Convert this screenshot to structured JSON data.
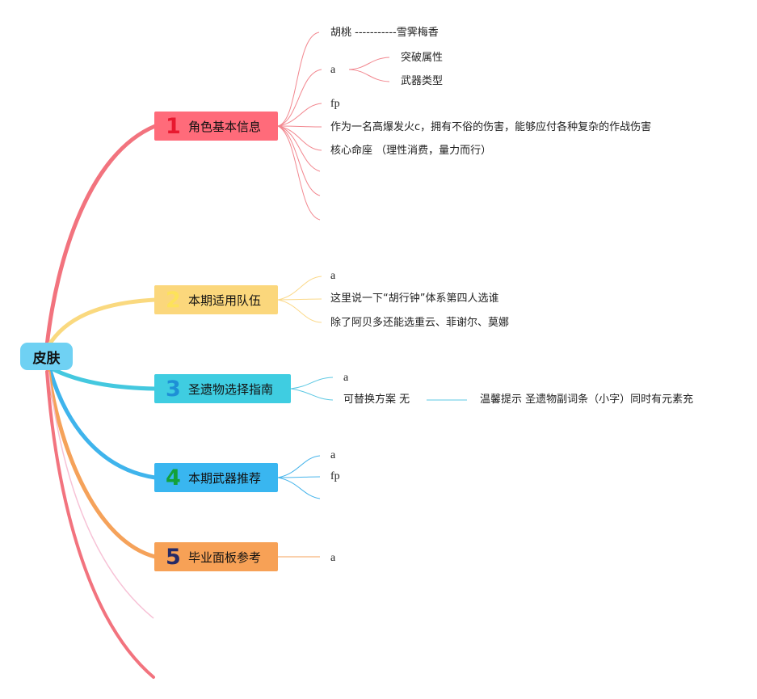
{
  "root": {
    "label": "皮肤",
    "color": "#6fd1f3"
  },
  "branches": [
    {
      "number": "1",
      "label": "角色基本信息",
      "color": "#ff6b7a",
      "line_color": "#f2737e",
      "number_color": "#e8192f",
      "leaves": [
        "胡桃 -----------雪霁梅香",
        "a",
        "fp",
        "作为一名高爆发火c，拥有不俗的伤害，能够应付各种复杂的作战伤害",
        "核心命座 （理性消费，量力而行）"
      ],
      "sub_leaves": [
        "突破属性",
        "武器类型"
      ]
    },
    {
      "number": "2",
      "label": "本期适用队伍",
      "color": "#fbd77c",
      "line_color": "#fad97f",
      "number_color": "#fde25a",
      "leaves": [
        "a",
        "这里说一下“胡行钟”体系第四人选谁",
        "除了阿贝多还能选重云、菲谢尔、莫娜"
      ]
    },
    {
      "number": "3",
      "label": "圣遗物选择指南",
      "color": "#3fcde1",
      "line_color": "#44c8df",
      "number_color": "#1e8fd6",
      "leaves": [
        "a",
        "可替换方案 无"
      ],
      "sub_leaves": [
        "温馨提示 圣遗物副词条（小字）同时有元素充"
      ]
    },
    {
      "number": "4",
      "label": "本期武器推荐",
      "color": "#39b6f0",
      "line_color": "#3fb4ec",
      "number_color": "#13a13a",
      "leaves": [
        "a",
        "fp"
      ]
    },
    {
      "number": "5",
      "label": "毕业面板参考",
      "color": "#f7a156",
      "line_color": "#f5a25a",
      "number_color": "#262a66",
      "leaves": [
        "a"
      ]
    }
  ]
}
